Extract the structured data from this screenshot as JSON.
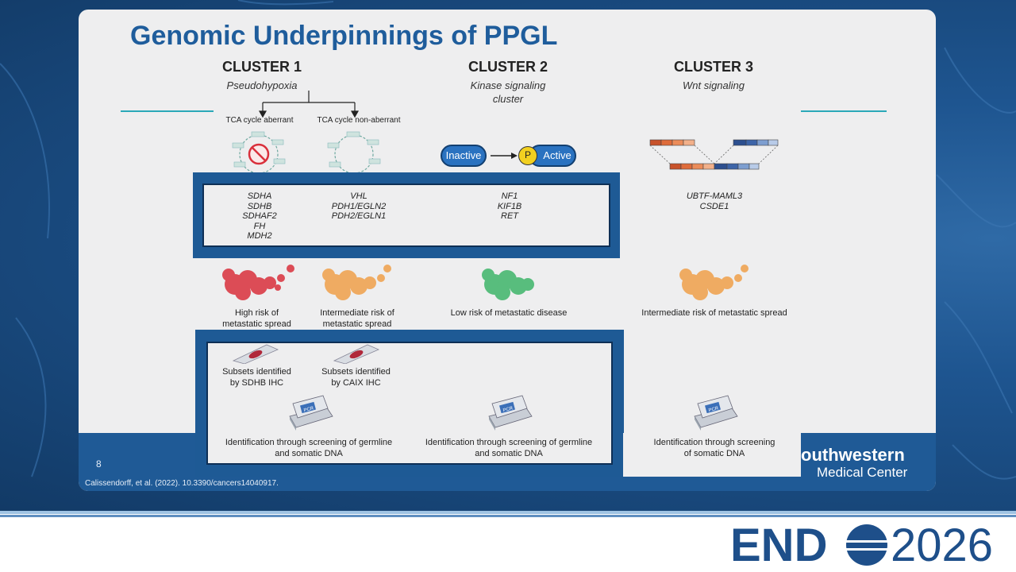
{
  "slide": {
    "title": "Genomic Underpinnings of PPGL",
    "slide_number": "8",
    "citation": "Calissendorff, et al. (2022). 10.3390/cancers14040917.",
    "institution_line1": "outhwestern",
    "institution_line2": "Medical Center"
  },
  "clusters": [
    {
      "heading": "CLUSTER 1",
      "subtitle": "Pseudohypoxia"
    },
    {
      "heading": "CLUSTER 2",
      "subtitle": "Kinase signaling cluster"
    },
    {
      "heading": "CLUSTER 3",
      "subtitle": "Wnt signaling"
    }
  ],
  "tca": {
    "aberrant": "TCA cycle aberrant",
    "non_aberrant": "TCA cycle non-aberrant"
  },
  "kinase": {
    "inactive": "Inactive",
    "phospho": "P",
    "active": "Active"
  },
  "genes": {
    "c1a": [
      "SDHA",
      "SDHB",
      "SDHAF2",
      "FH",
      "MDH2"
    ],
    "c1b": [
      "VHL",
      "PDH1/EGLN2",
      "PDH2/EGLN1"
    ],
    "c2": [
      "NF1",
      "KIF1B",
      "RET"
    ],
    "c3": [
      "UBTF-MAML3",
      "CSDE1"
    ]
  },
  "risk": {
    "c1a": "High risk of metastatic spread",
    "c1b": "Intermediate risk of metastatic spread",
    "c2": "Low risk of metastatic disease",
    "c3": "Intermediate risk of metastatic spread",
    "colors": {
      "high": "#d9303c",
      "intermediate": "#f0a04a",
      "low": "#3fb56a"
    }
  },
  "ihc": {
    "sdhb": "Subsets identified by SDHB IHC",
    "caix": "Subsets identified by CAIX IHC"
  },
  "screening": {
    "c1": "Identification through screening of germline and somatic DNA",
    "c2": "Identification through screening of germline and somatic DNA",
    "c3": "Identification through screening of somatic DNA",
    "pcr_label": "PCR"
  },
  "conference": {
    "name": "END",
    "year": "2026"
  }
}
